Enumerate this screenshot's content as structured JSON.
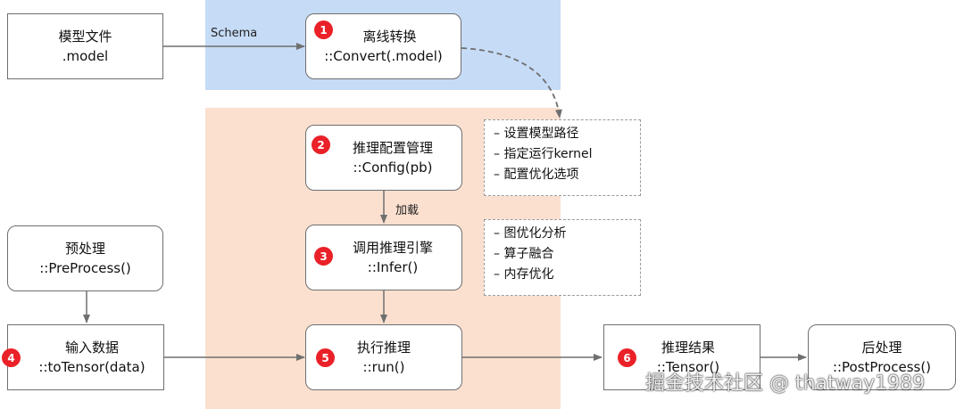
{
  "nodes": {
    "model_file": {
      "title": "模型文件",
      "subtitle": ".model"
    },
    "convert": {
      "badge": "1",
      "title": "离线转换",
      "subtitle": "::Convert(.model)"
    },
    "config": {
      "badge": "2",
      "title": "推理配置管理",
      "subtitle": "::Config(pb)"
    },
    "infer": {
      "badge": "3",
      "title": "调用推理引擎",
      "subtitle": "::Infer()"
    },
    "preprocess": {
      "title": "预处理",
      "subtitle": "::PreProcess()"
    },
    "input_data": {
      "badge": "4",
      "title": "输入数据",
      "subtitle": "::toTensor(data)"
    },
    "run": {
      "badge": "5",
      "title": "执行推理",
      "subtitle": "::run()"
    },
    "result": {
      "badge": "6",
      "title": "推理结果",
      "subtitle": "::Tensor()"
    },
    "postprocess": {
      "title": "后处理",
      "subtitle": "::PostProcess()"
    }
  },
  "notes_model": [
    "– 设置模型路径",
    "– 指定运行kernel",
    "– 配置优化选项"
  ],
  "notes_engine": [
    "– 图优化分析",
    "– 算子融合",
    "– 内存优化"
  ],
  "edge_labels": {
    "schema": "Schema",
    "load": "加载"
  },
  "watermark": "掘金技术社区 @ thatway1989",
  "colors": {
    "blue_region": "#c6dbf6",
    "peach_region": "#fbe0d0",
    "badge": "#ea2128"
  }
}
